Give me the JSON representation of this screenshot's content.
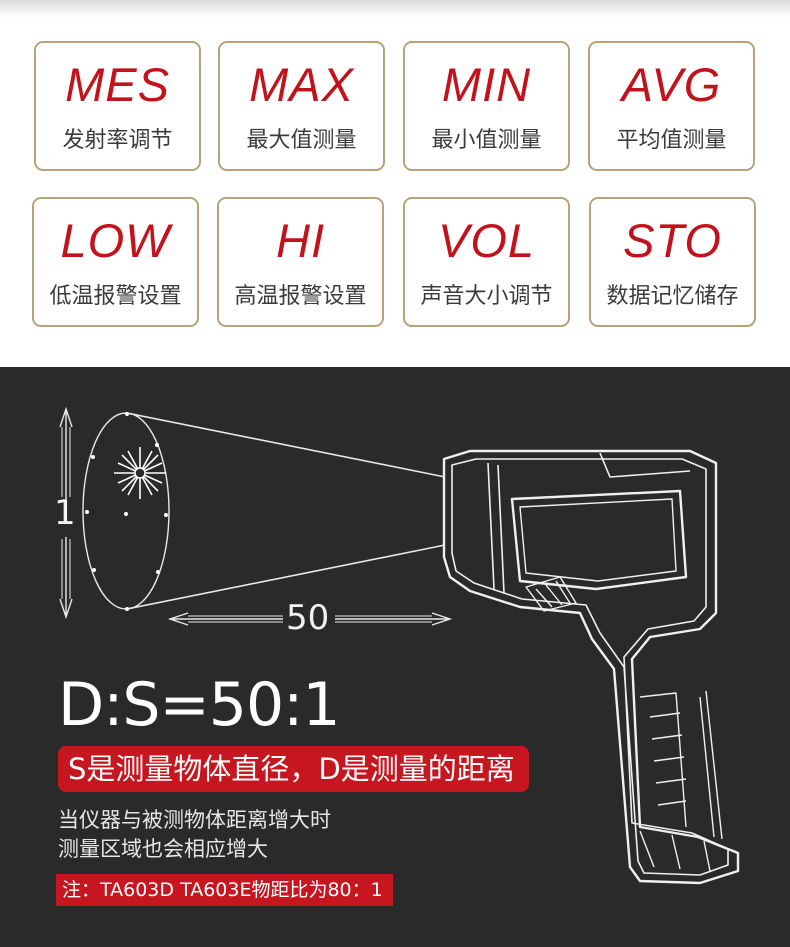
{
  "modes": [
    {
      "code": "MES",
      "desc": "发射率调节"
    },
    {
      "code": "MAX",
      "desc": "最大值测量"
    },
    {
      "code": "MIN",
      "desc": "最小值测量"
    },
    {
      "code": "AVG",
      "desc": "平均值测量"
    },
    {
      "code": "LOW",
      "desc": "低温报警设置"
    },
    {
      "code": "HI",
      "desc": "高温报警设置"
    },
    {
      "code": "VOL",
      "desc": "声音大小调节"
    },
    {
      "code": "STO",
      "desc": "数据记忆储存"
    }
  ],
  "diagram": {
    "spot_label": "1",
    "distance_label": "50"
  },
  "ratio": "D:S=50:1",
  "definition": "S是测量物体直径，D是测量的距离",
  "description_lines": [
    "当仪器与被测物体距离增大时",
    "测量区域也会相应增大"
  ],
  "note": "注：TA603D TA603E物距比为80：1",
  "colors": {
    "accent_red": "#c61620",
    "card_border": "#b9a27a",
    "dark_bg": "#2a2a2a"
  }
}
